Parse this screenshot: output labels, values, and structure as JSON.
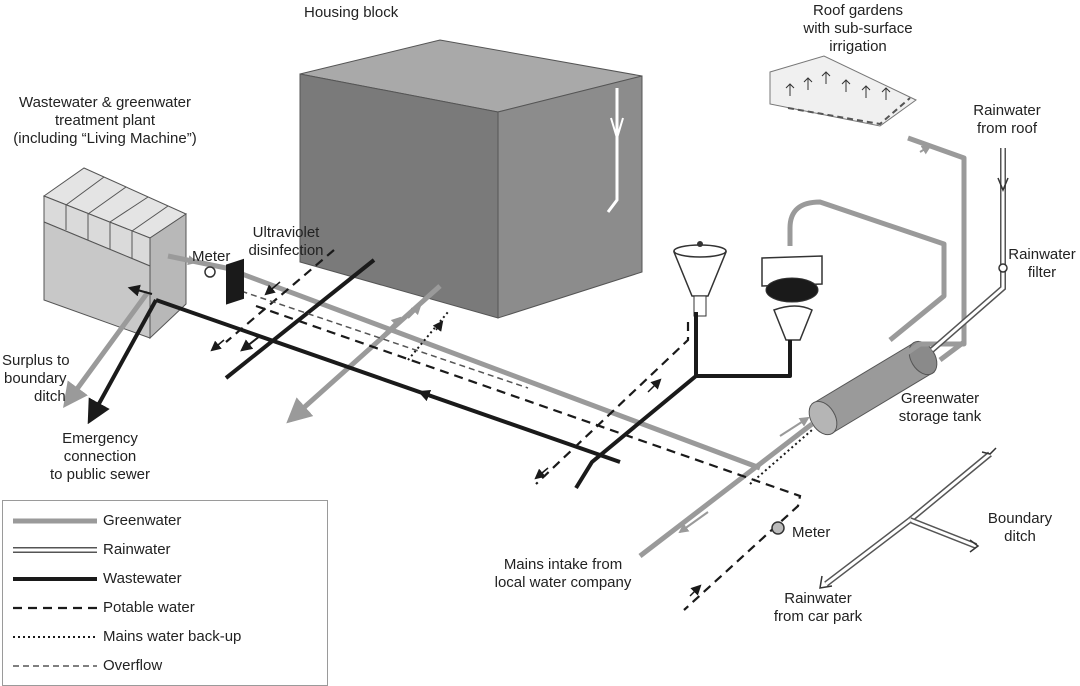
{
  "labels": {
    "housing_block": "Housing block",
    "treatment_plant": [
      "Wastewater & greenwater",
      "treatment plant",
      "(including “Living Machine”)"
    ],
    "roof_gardens": [
      "Roof gardens",
      "with sub-surface",
      "irrigation"
    ],
    "rainwater_roof": [
      "Rainwater",
      "from roof"
    ],
    "rainwater_filter": [
      "Rainwater",
      "filter"
    ],
    "meter_left": "Meter",
    "uv": [
      "Ultraviolet",
      "disinfection"
    ],
    "surplus": [
      "Surplus to",
      "boundary",
      "ditch"
    ],
    "emergency": [
      "Emergency",
      "connection",
      "to public sewer"
    ],
    "greenwater_tank": [
      "Greenwater",
      "storage tank"
    ],
    "boundary_ditch": [
      "Boundary",
      "ditch"
    ],
    "meter_right": "Meter",
    "mains_intake": [
      "Mains intake from",
      "local water company"
    ],
    "rainwater_carpark": [
      "Rainwater",
      "from car park"
    ]
  },
  "legend": [
    {
      "label": "Greenwater",
      "style": "greenwater"
    },
    {
      "label": "Rainwater",
      "style": "rainwater"
    },
    {
      "label": "Wastewater",
      "style": "wastewater"
    },
    {
      "label": "Potable water",
      "style": "potable"
    },
    {
      "label": "Mains water back-up",
      "style": "mains"
    },
    {
      "label": "Overflow",
      "style": "overflow"
    }
  ],
  "colors": {
    "greenwater": "#9a9a9a",
    "wastewater": "#1a1a1a",
    "building": "#8c8c8c",
    "building_top": "#a9a9a9",
    "building_side": "#7a7a7a"
  }
}
